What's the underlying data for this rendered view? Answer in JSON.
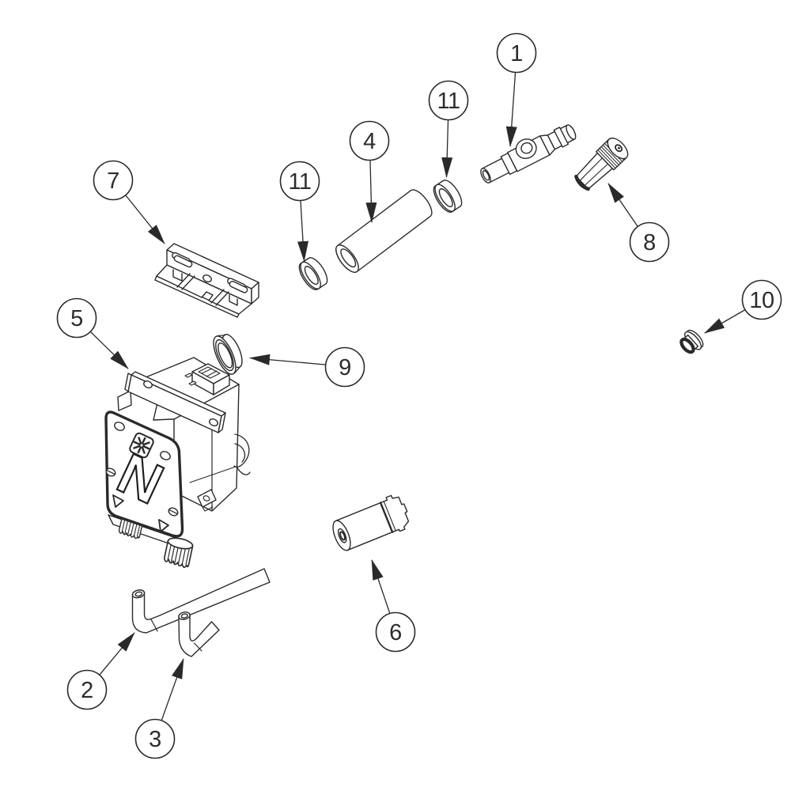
{
  "diagram": {
    "background_color": "#ffffff",
    "line_color": "#2a2a2a",
    "unit_logo": "N",
    "unit_badge_icon": "fan-asterisk",
    "callouts": [
      {
        "label": "1"
      },
      {
        "label": "2"
      },
      {
        "label": "3"
      },
      {
        "label": "4"
      },
      {
        "label": "5"
      },
      {
        "label": "6"
      },
      {
        "label": "7"
      },
      {
        "label": "8"
      },
      {
        "label": "9"
      },
      {
        "label": "10"
      },
      {
        "label": "11"
      },
      {
        "label": "11"
      }
    ]
  }
}
